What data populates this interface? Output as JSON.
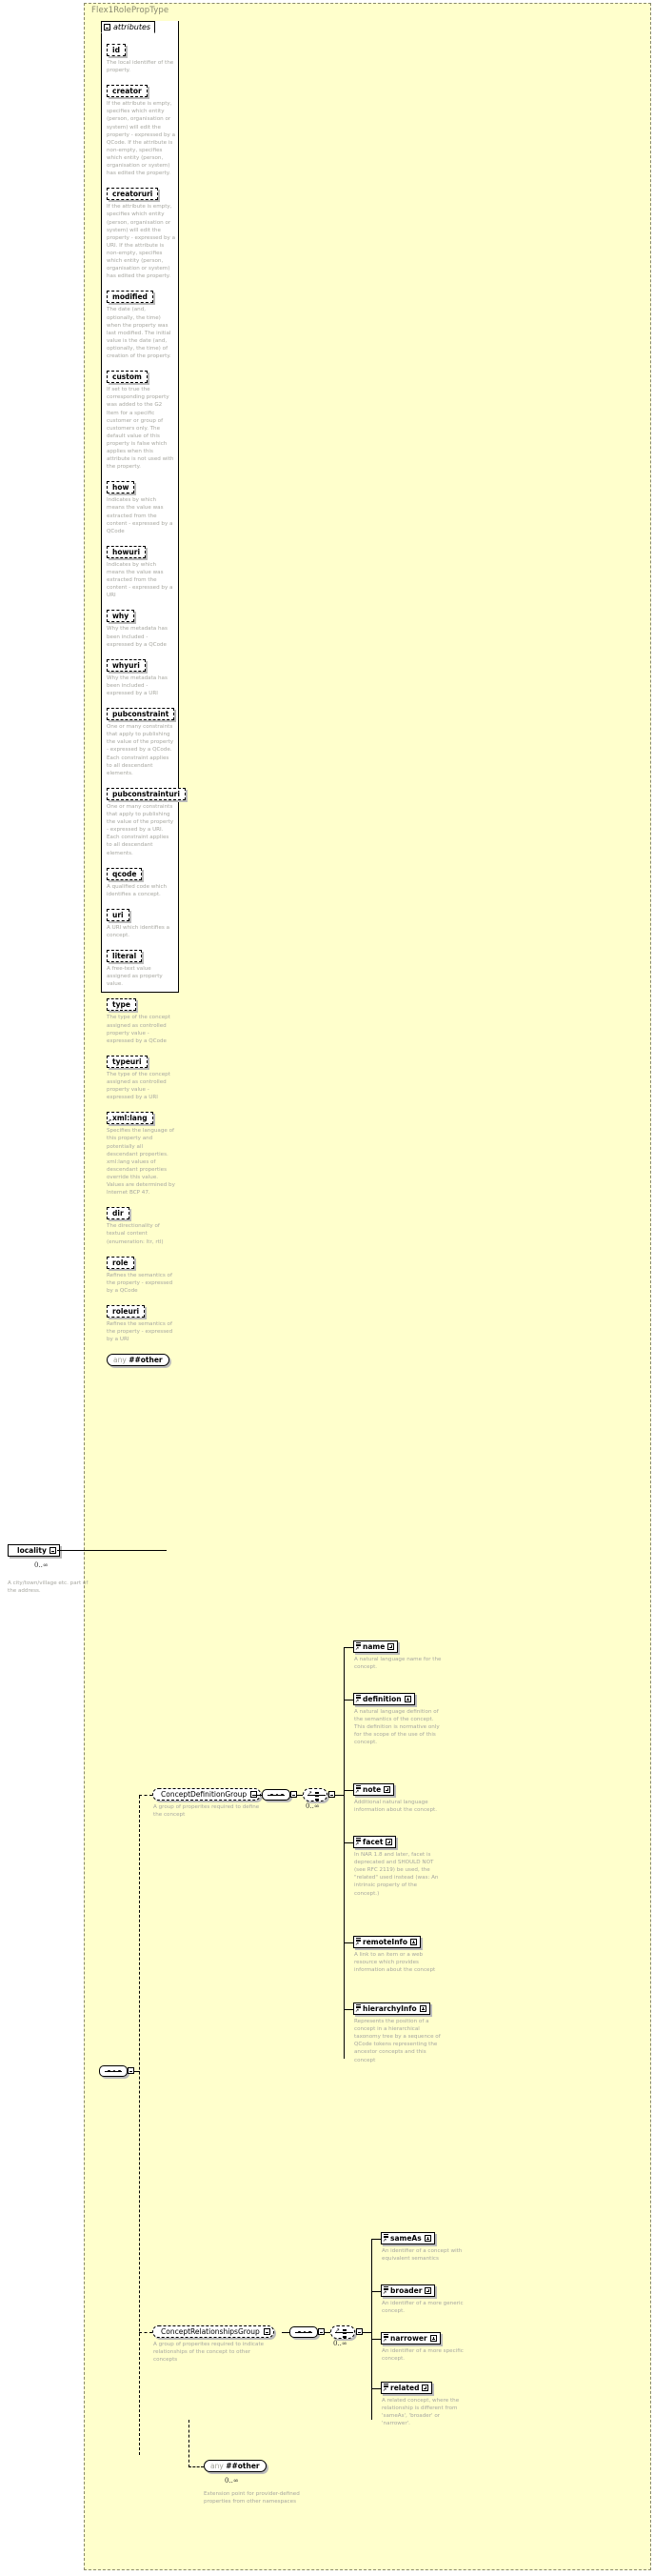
{
  "diagram": {
    "type": "xsd-schema-diagram",
    "complex_type_title": "Flex1RolePropType",
    "background_color": "#ffffcc",
    "attributes_panel": {
      "label": "attributes",
      "toggle_icon": "minus-box-icon",
      "items": [
        {
          "name": "id",
          "desc": "The local identifier of the property."
        },
        {
          "name": "creator",
          "desc": "If the attribute is empty, specifies which entity (person, organisation or system) will edit the property - expressed by a QCode. If the attribute is non-empty, specifies which entity (person, organisation or system) has edited the property."
        },
        {
          "name": "creatoruri",
          "desc": "If the attribute is empty, specifies which entity (person, organisation or system) will edit the property - expressed by a URI. If the attribute is non-empty, specifies which entity (person, organisation or system) has edited the property."
        },
        {
          "name": "modified",
          "desc": "The date (and, optionally, the time) when the property was last modified. The initial value is the date (and, optionally, the time) of creation of the property."
        },
        {
          "name": "custom",
          "desc": "If set to true the corresponding property was added to the G2 Item for a specific customer or group of customers only. The default value of this property is false which applies when this attribute is not used with the property."
        },
        {
          "name": "how",
          "desc": "Indicates by which means the value was extracted from the content - expressed by a QCode"
        },
        {
          "name": "howuri",
          "desc": "Indicates by which means the value was extracted from the content - expressed by a URI"
        },
        {
          "name": "why",
          "desc": "Why the metadata has been included - expressed by a QCode"
        },
        {
          "name": "whyuri",
          "desc": "Why the metadata has been included - expressed by a URI"
        },
        {
          "name": "pubconstraint",
          "desc": "One or many constraints that apply to publishing the value of the property - expressed by a QCode. Each constraint applies to all descendant elements."
        },
        {
          "name": "pubconstrainturi",
          "desc": "One or many constraints that apply to publishing the value of the property - expressed by a URI. Each constraint applies to all descendant elements."
        },
        {
          "name": "qcode",
          "desc": "A qualified code which identifies a concept."
        },
        {
          "name": "uri",
          "desc": "A URI which identifies a concept."
        },
        {
          "name": "literal",
          "desc": "A free-text value assigned as property value."
        },
        {
          "name": "type",
          "desc": "The type of the concept assigned as controlled property value - expressed by a QCode"
        },
        {
          "name": "typeuri",
          "desc": "The type of the concept assigned as controlled property value - expressed by a URI"
        },
        {
          "name": "xml:lang",
          "desc": "Specifies the language of this property and potentially all descendant properties. xml:lang values of descendant properties override this value. Values are determined by Internet BCP 47."
        },
        {
          "name": "dir",
          "desc": "The directionality of textual content (enumeration: ltr, rtl)"
        },
        {
          "name": "role",
          "desc": "Refines the semantics of the property - expressed by a QCode"
        },
        {
          "name": "roleuri",
          "desc": "Refines the semantics of the property - expressed by a URI"
        }
      ],
      "any_element": {
        "prefix": "any",
        "namespace": "##other"
      }
    },
    "root_element": {
      "name": "locality",
      "toggle_icon": "minus-box-icon",
      "cardinality": "0..∞",
      "desc": "A city/town/village etc. part of the address."
    },
    "groups": [
      {
        "name": "ConceptDefinitionGroup",
        "toggle_icon": "minus-box-icon",
        "desc": "A group of properites required to define the concept",
        "compositor": "sequence",
        "choice_cardinality": "0..∞",
        "children": [
          {
            "name": "name",
            "toggle_icon": "plus-box-icon",
            "desc": "A natural language name for the concept."
          },
          {
            "name": "definition",
            "toggle_icon": "plus-box-icon",
            "desc": "A natural language definition of the semantics of the concept. This definition is normative only for the scope of the use of this concept."
          },
          {
            "name": "note",
            "toggle_icon": "plus-box-icon",
            "desc": "Additional natural language information about the concept."
          },
          {
            "name": "facet",
            "toggle_icon": "plus-box-icon",
            "desc": "In NAR 1.8 and later, facet is deprecated and SHOULD NOT (see RFC 2119) be used, the \"related\" used instead (was: An intrinsic property of the concept.)"
          },
          {
            "name": "remoteInfo",
            "toggle_icon": "plus-box-icon",
            "desc": "A link to an item or a web resource which provides information about the concept"
          },
          {
            "name": "hierarchyInfo",
            "toggle_icon": "plus-box-icon",
            "desc": "Represents the position of a concept in a hierarchical taxonomy tree by a sequence of QCode tokens representing the ancestor concepts and this concept"
          }
        ]
      },
      {
        "name": "ConceptRelationshipsGroup",
        "toggle_icon": "minus-box-icon",
        "desc": "A group of properites required to indicate relationships of the concept to other concepts",
        "compositor": "sequence",
        "choice_cardinality": "0..∞",
        "children": [
          {
            "name": "sameAs",
            "toggle_icon": "plus-box-icon",
            "desc": "An identifier of a concept with equivalent semantics"
          },
          {
            "name": "broader",
            "toggle_icon": "plus-box-icon",
            "desc": "An identifier of a more generic concept."
          },
          {
            "name": "narrower",
            "toggle_icon": "plus-box-icon",
            "desc": "An identifier of a more specific concept."
          },
          {
            "name": "related",
            "toggle_icon": "plus-box-icon",
            "desc": "A related concept, where the relationship is different from 'sameAs', 'broader' or 'narrower'."
          }
        ]
      }
    ],
    "extension_point": {
      "prefix": "any",
      "namespace": "##other",
      "cardinality": "0..∞",
      "desc": "Extension point for provider-defined properties from other namespaces"
    }
  }
}
